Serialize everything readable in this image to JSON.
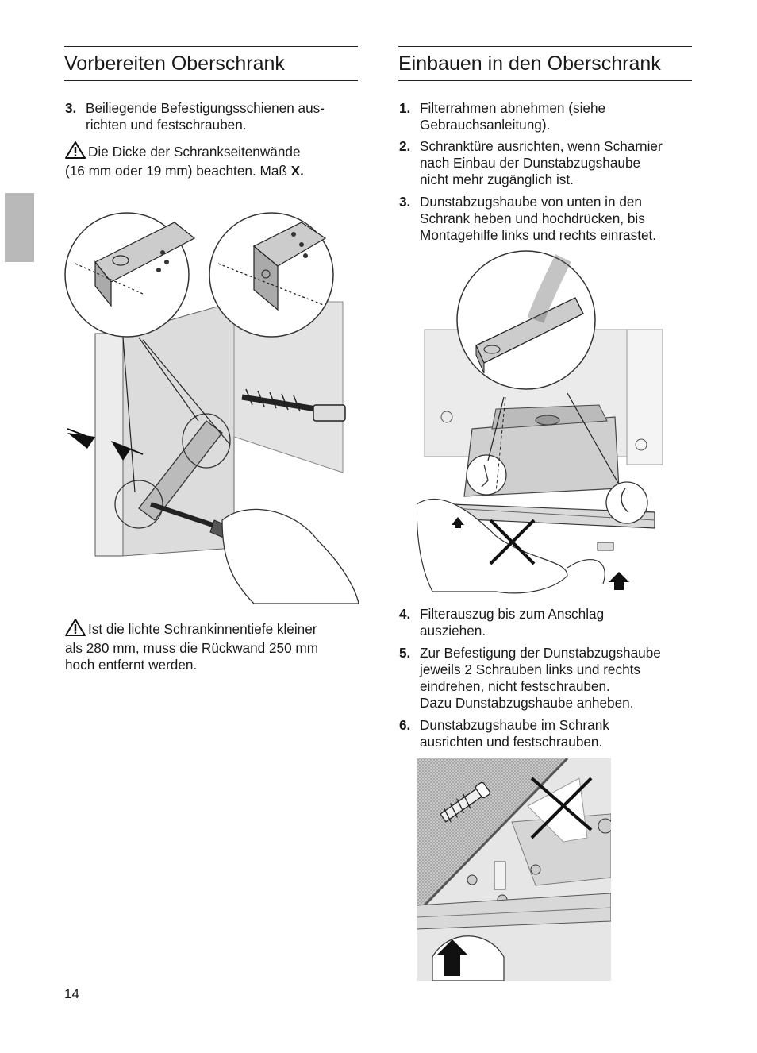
{
  "left": {
    "title": "Vorbereiten Oberschrank",
    "step3_num": "3.",
    "step3_text": "Beiliegende Befestigungsschienen aus-\nrichten und festschrauben.",
    "note1_line1": "Die Dicke der Schrankseitenwände",
    "note1_line2": "(16 mm oder 19 mm) beachten. Maß ",
    "note1_bold": "X.",
    "note2_line1": "Ist die lichte Schrankinnentiefe kleiner",
    "note2_line2": "als 280 mm, muss die Rückwand 250 mm",
    "note2_line3": "hoch entfernt werden."
  },
  "right": {
    "title": "Einbauen in den Oberschrank",
    "steps": [
      {
        "num": "1.",
        "text": "Filterrahmen abnehmen (siehe\nGebrauchsanleitung)."
      },
      {
        "num": "2.",
        "text": "Schranktüre ausrichten, wenn Scharnier\nnach Einbau der Dunstabzugshaube\nnicht mehr zugänglich ist."
      },
      {
        "num": "3.",
        "text": "Dunstabzugshaube von unten in den\nSchrank heben und hochdrücken, bis\nMontagehilfe links und rechts einrastet."
      },
      {
        "num": "4.",
        "text": "Filterauszug bis zum Anschlag\nausziehen."
      },
      {
        "num": "5.",
        "text": "Zur Befestigung der Dunstabzugshaube\njeweils 2 Schrauben links und rechts\neindrehen, nicht festschrauben.\nDazu Dunstabzugshaube anheben."
      },
      {
        "num": "6.",
        "text": "Dunstabzugshaube im Schrank\nausrichten und festschrauben."
      }
    ]
  },
  "page_number": "14",
  "icons": {
    "warning": "warning-triangle-icon",
    "arrow": "up-arrow-icon",
    "cross": "x-mark-icon"
  }
}
